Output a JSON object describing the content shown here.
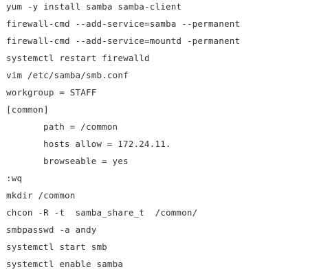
{
  "lines": [
    "yum -y install samba samba-client",
    "firewall-cmd --add-service=samba --permanent",
    "firewall-cmd --add-service=mountd -permanent",
    "systemctl restart firewalld",
    "vim /etc/samba/smb.conf",
    "workgroup = STAFF",
    "[common]",
    "path = /common",
    "hosts allow = 172.24.11.",
    "browseable = yes",
    ":wq",
    "mkdir /common",
    "chcon -R -t  samba_share_t  /common/",
    "smbpasswd -a andy",
    "systemctl start smb",
    "systemctl enable samba"
  ]
}
